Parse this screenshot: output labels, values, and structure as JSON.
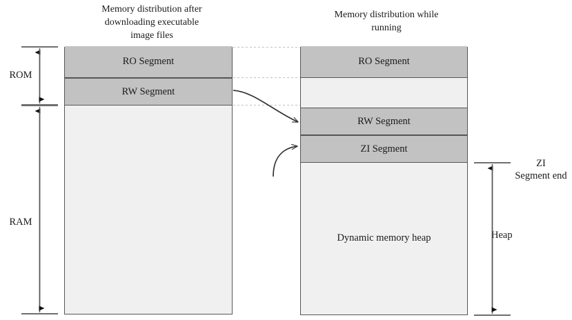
{
  "diagram": {
    "titles": {
      "left": "Memory distribution after\ndownloading executable\nimage files",
      "right": "Memory distribution while\nrunning"
    },
    "left_column": {
      "segments": [
        {
          "label": "RO Segment",
          "fill": "#c2c2c2"
        },
        {
          "label": "RW Segment",
          "fill": "#c2c2c2"
        },
        {
          "label": "",
          "fill": "#f0f0f0"
        }
      ]
    },
    "right_column": {
      "segments": [
        {
          "label": "RO Segment",
          "fill": "#c2c2c2"
        },
        {
          "label": "",
          "fill": "#f0f0f0"
        },
        {
          "label": "RW Segment",
          "fill": "#c2c2c2"
        },
        {
          "label": "ZI Segment",
          "fill": "#c2c2c2"
        },
        {
          "label": "Dynamic memory heap",
          "fill": "#f0f0f0"
        }
      ]
    },
    "brackets": {
      "rom": "ROM",
      "ram": "RAM",
      "zi_segment_end": "ZI\nSegment end",
      "heap": "Heap"
    },
    "colors": {
      "segment_fill": "#c2c2c2",
      "empty_fill": "#f0f0f0",
      "border": "#555555",
      "dashed_connector": "#c9c9c9",
      "arrow": "#404040",
      "text": "#1a1a1a"
    }
  }
}
